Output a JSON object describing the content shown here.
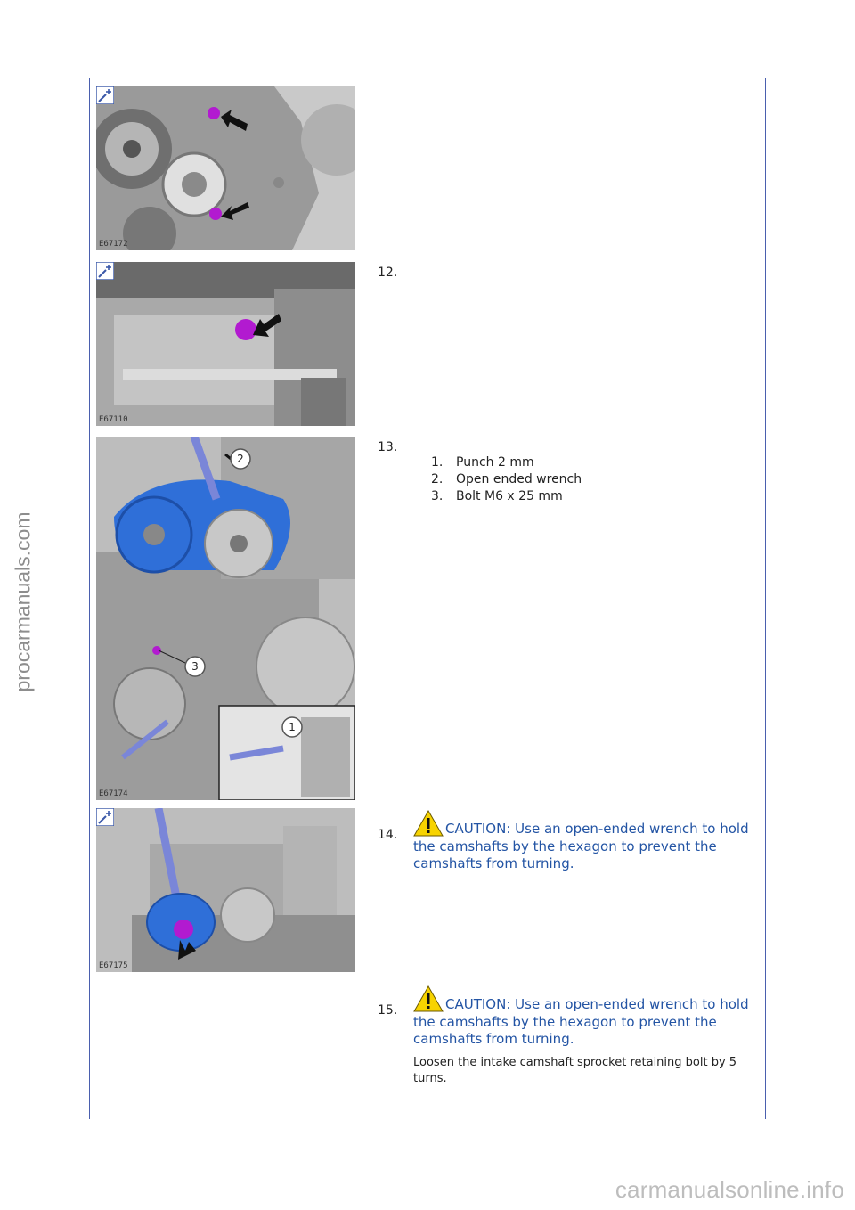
{
  "watermarks": {
    "side": "procarmanuals.com",
    "bottom": "carmanualsonline.info"
  },
  "figures": [
    {
      "code": "E67172"
    },
    {
      "code": "E67110"
    },
    {
      "code": "E67174",
      "callouts": [
        "2",
        "3",
        "1"
      ]
    },
    {
      "code": "E67175"
    }
  ],
  "steps": [
    {
      "number": "12."
    },
    {
      "number": "13.",
      "items": [
        {
          "n": "1.",
          "text": "Punch 2 mm"
        },
        {
          "n": "2.",
          "text": "Open ended wrench"
        },
        {
          "n": "3.",
          "text": "Bolt M6 x 25 mm"
        }
      ]
    },
    {
      "number": "14.",
      "caution": "CAUTION: Use an open-ended wrench to hold the camshafts by the hexagon to prevent the camshafts from turning."
    },
    {
      "number": "15.",
      "caution": "CAUTION: Use an open-ended wrench to hold the camshafts by the hexagon to prevent the camshafts from turning.",
      "note": "Loosen the intake camshaft sprocket retaining bolt by 5 turns."
    }
  ],
  "colors": {
    "rule": "#4a5fae",
    "caution_text": "#2354a4",
    "highlight_blue": "#2f6fd8",
    "highlight_magenta": "#b21ad0",
    "warning_yellow": "#f7d300"
  },
  "icons": [
    "zoom-in-icon",
    "warning-triangle-icon",
    "arrow-icon"
  ]
}
